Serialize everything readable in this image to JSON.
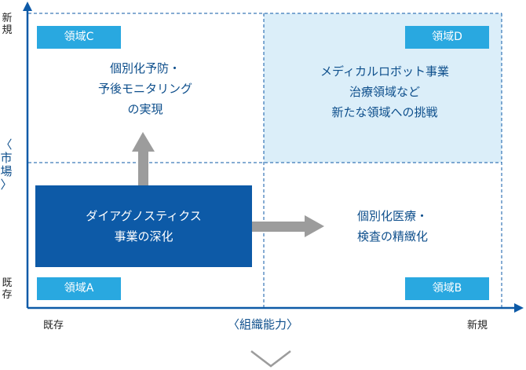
{
  "quadrants": {
    "c": {
      "badge": "領域C",
      "lines": [
        "個別化予防・",
        "予後モニタリング",
        "の実現"
      ]
    },
    "d": {
      "badge": "領域D",
      "lines": [
        "メディカルロボット事業",
        "治療領域など",
        "新たな領域への挑戦"
      ]
    },
    "a": {
      "badge": "領域A",
      "lines": [
        "ダイアグノスティクス",
        "事業の深化"
      ]
    },
    "b": {
      "badge": "領域B",
      "lines": [
        "個別化医療・",
        "検査の精緻化"
      ]
    }
  },
  "axes": {
    "y_title": "〈\n市\n場\n〉",
    "y_new": "新\n規",
    "y_existing": "既\n存",
    "x_title": "〈組織能力〉",
    "x_existing": "既存",
    "x_new": "新規"
  },
  "colors": {
    "core_box": "#0d5aa7",
    "badge": "#29a8e0",
    "quadrant_d": "#dbeef9",
    "arrow": "#9c9c9c",
    "axis": "#0d5aa7",
    "text": "#0e4f8c"
  }
}
